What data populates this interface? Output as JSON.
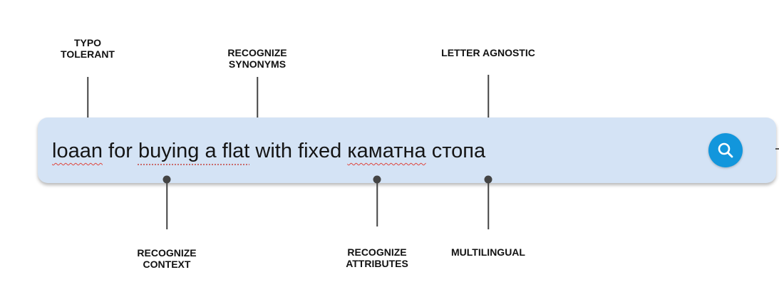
{
  "search": {
    "query_parts": [
      "loaan",
      " for ",
      "buying a flat",
      " with fixed ",
      "каматна",
      " стопа"
    ]
  },
  "callouts": {
    "typo_tolerant": "TYPO\nTOLERANT",
    "recognize_synonyms": "RECOGNIZE\nSYNONYMS",
    "letter_agnostic": "LETTER AGNOSTIC",
    "recognize_context": "RECOGNIZE\nCONTEXT",
    "recognize_attributes": "RECOGNIZE\nATTRIBUTES",
    "multilingual": "MULTILINGUAL"
  },
  "colors": {
    "search_bar_bg": "#d4e3f5",
    "search_button": "#1296dc",
    "spellcheck_underline": "#e0443c"
  },
  "icons": {
    "search_button": "magnifier-icon"
  }
}
